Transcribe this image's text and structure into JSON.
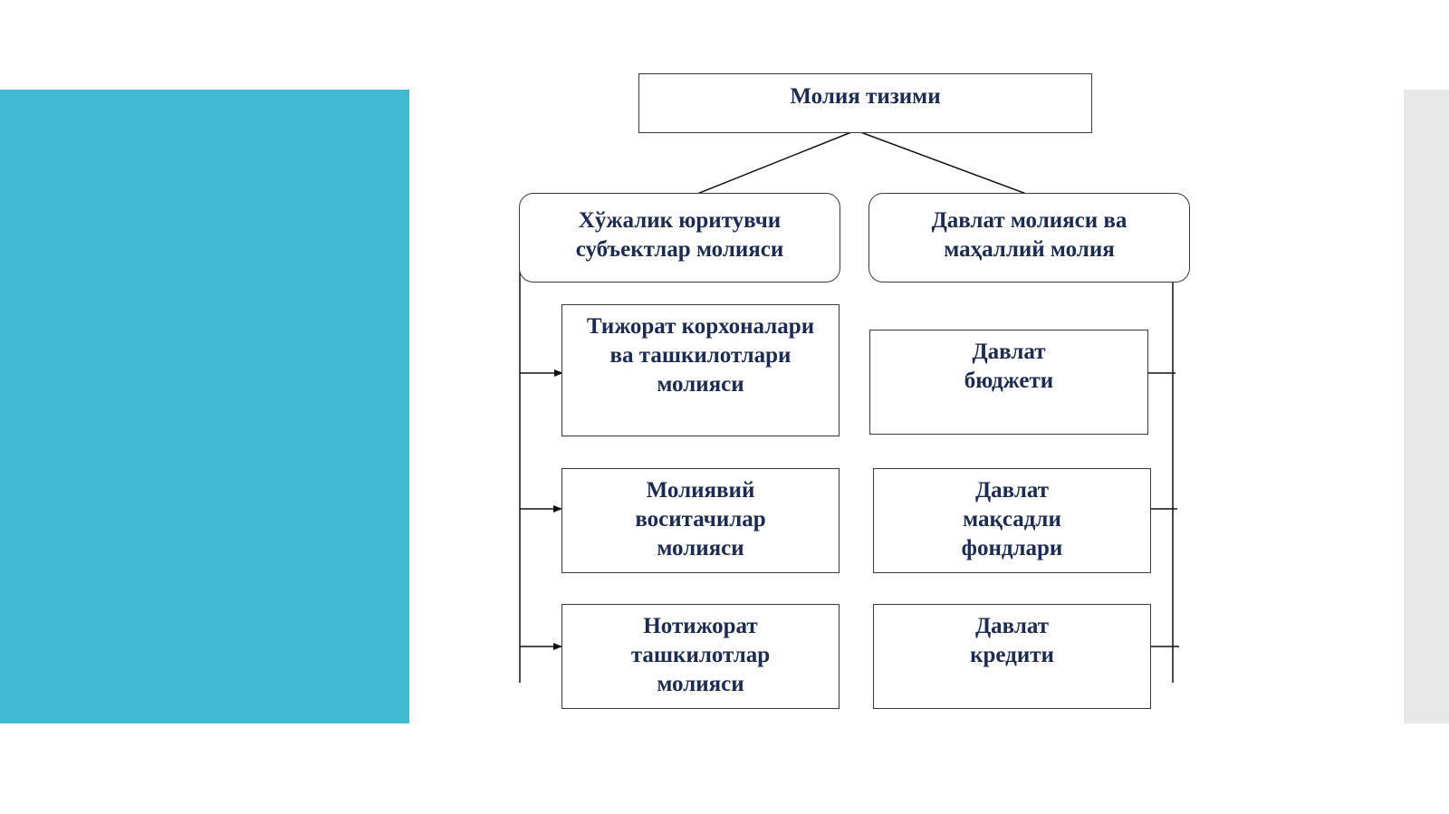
{
  "colors": {
    "accent_panel": "#42b9d3",
    "side_panel": "#e8e8e8",
    "text": "#1c2b52",
    "border": "#3a3a3a"
  },
  "diagram": {
    "root": "Молия тизими",
    "left": {
      "title": "Хўжалик юритувчи\nсубъектлар молияси",
      "items": [
        "Тижорат корхоналари\nва ташкилотлари\nмолияси",
        "Молиявий\nвоситачилар\nмолияси",
        "Нотижорат\nташкилотлар\nмолияси"
      ]
    },
    "right": {
      "title": "Давлат молияси ва\nмаҳаллий молия",
      "items": [
        "Давлат\nбюджети",
        "Давлат\nмақсадли\n фондлари",
        "Давлат\n кредити"
      ]
    }
  }
}
